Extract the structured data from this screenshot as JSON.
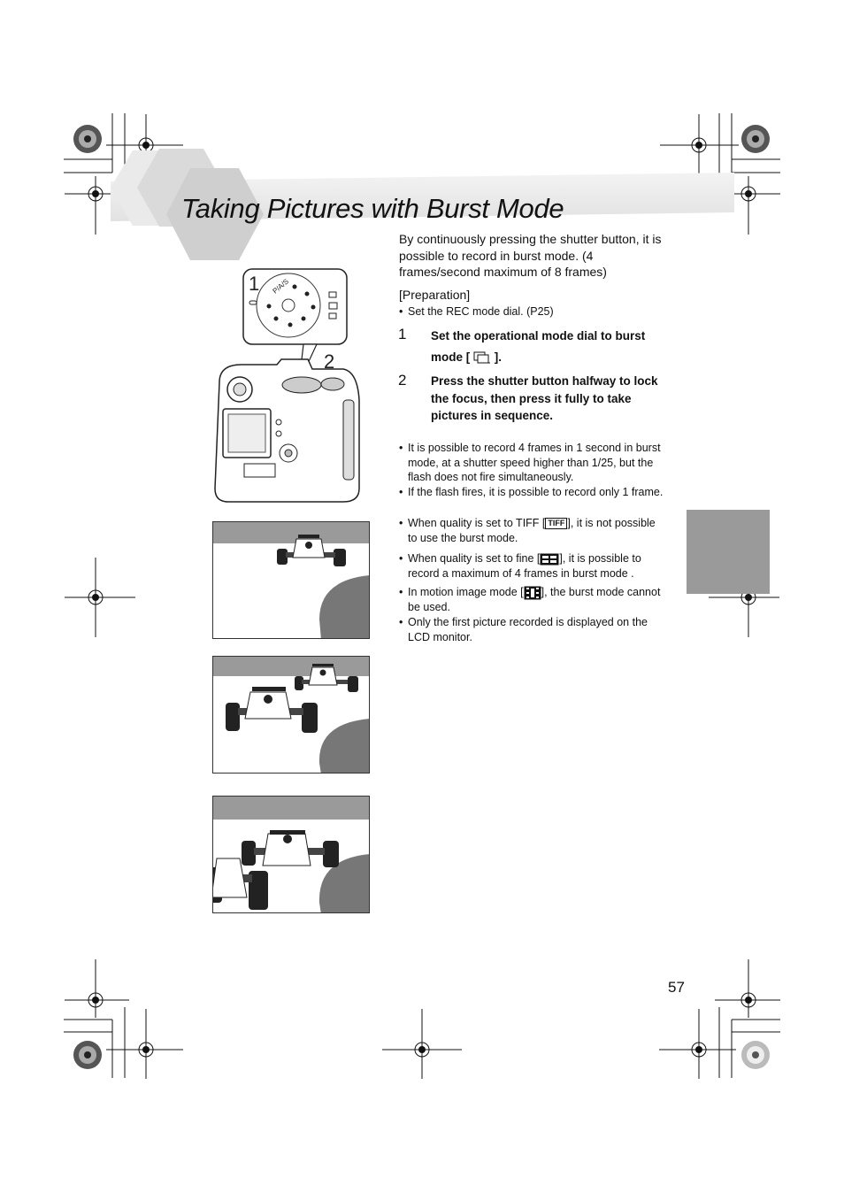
{
  "page": {
    "title": "Taking Pictures with Burst Mode",
    "page_number": "57"
  },
  "intro": "By continuously pressing the shutter button, it is possible to record in burst mode. (4 frames/second maximum of 8 frames)",
  "preparation": {
    "label": "[Preparation]",
    "bullet": "Set the REC mode dial. (P25)"
  },
  "steps": [
    {
      "number": "1",
      "text_before": "Set the operational mode dial to burst mode [",
      "text_after": "]."
    },
    {
      "number": "2",
      "text": "Press the shutter button halfway to lock the focus, then press it fully to take pictures in sequence."
    }
  ],
  "notes": [
    {
      "text": "It is possible to record 4 frames in 1 second in burst mode, at a shutter speed higher than 1/25, but the flash does not fire simultaneously."
    },
    {
      "text": "If the flash fires, it is possible to record only 1 frame."
    },
    {
      "before": "When quality is set to TIFF [",
      "icon": "TIFF",
      "after": "], it is not possible to use the burst mode."
    },
    {
      "before": "When quality is set to fine [",
      "icon": "",
      "after": "], it is possible to record a maximum of 4 frames in burst mode ."
    },
    {
      "before": "In motion image mode [",
      "icon": "",
      "after": "], the burst mode cannot be used."
    },
    {
      "text": "Only the first picture recorded is displayed on the LCD monitor."
    }
  ],
  "illustration": {
    "callout_1": "1",
    "callout_2": "2",
    "dial_text": "P/A/S"
  },
  "colors": {
    "side_tab": "#9a9a9a",
    "frame_band": "#9a9a9a",
    "hexagon": "#cfcfcf"
  }
}
